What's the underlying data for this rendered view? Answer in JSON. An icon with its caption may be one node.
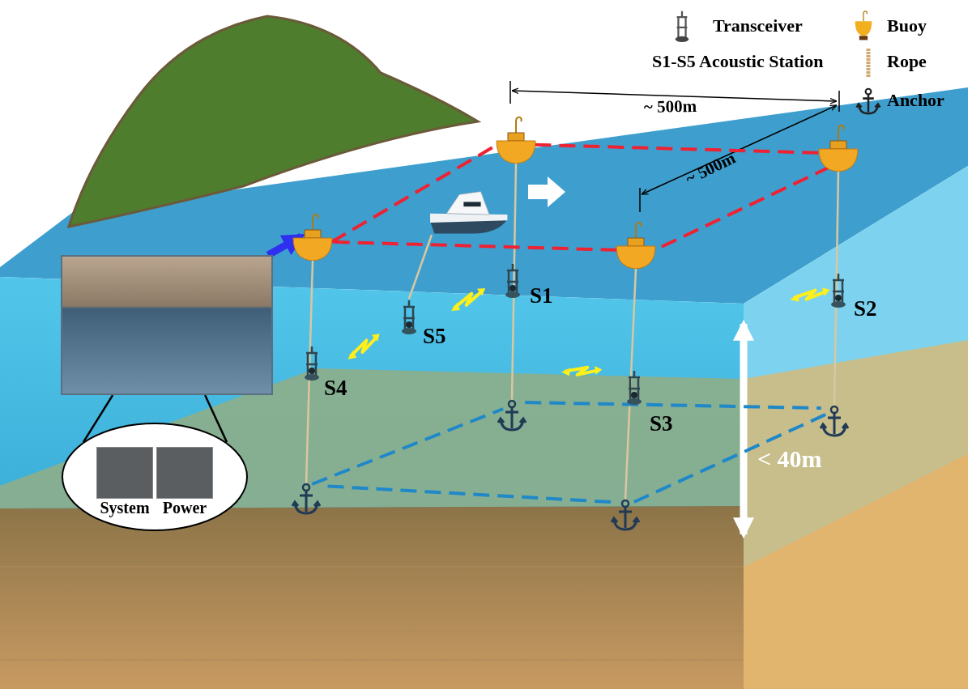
{
  "diagram": {
    "nodes": [
      {
        "text": [],
        "shape": "picture"
      },
      {
        "text": [
          "System",
          "Power"
        ]
      },
      {
        "text": [],
        "shape": "picture"
      },
      {
        "text": [],
        "shape": "picture"
      },
      {
        "text": [],
        "shape": "picture"
      },
      {
        "text": [],
        "shape": "picture"
      },
      {
        "text": [],
        "shape": "picture"
      },
      {
        "text": [],
        "shape": "picture"
      },
      {
        "text": [],
        "shape": "picture"
      },
      {
        "text": [],
        "shape": "picture"
      },
      {
        "text": [],
        "shape": "picture"
      },
      {
        "text": [],
        "shape": "picture"
      }
    ],
    "edges": [
      {
        "from": 0,
        "to": 1,
        "arrow": "none",
        "color": "#000000"
      },
      {
        "from": 0,
        "to": 1,
        "arrow": "none",
        "color": "#000000"
      },
      {
        "from": 0,
        "to": 2,
        "arrow": "to",
        "style": "thick",
        "color": "#2f2ff0"
      },
      {
        "from": 3,
        "to": 8,
        "arrow": "none",
        "color": "#d9c7a0"
      },
      {
        "from": 4,
        "to": 9,
        "arrow": "none",
        "color": "#d9c7a0"
      },
      {
        "from": 2,
        "to": 10,
        "arrow": "none",
        "color": "#d9c7a0"
      },
      {
        "from": 5,
        "to": 11,
        "arrow": "none",
        "color": "#d9c7a0"
      },
      {
        "from": 6,
        "to": 7,
        "arrow": "none",
        "color": "#d9c7a0"
      },
      {
        "from": 2,
        "to": 3,
        "arrow": "none",
        "style": "dashed",
        "color": "#ee2233"
      },
      {
        "from": 3,
        "to": 4,
        "arrow": "none",
        "style": "dashed",
        "color": "#ee2233"
      },
      {
        "from": 4,
        "to": 5,
        "arrow": "none",
        "style": "dashed",
        "color": "#ee2233"
      },
      {
        "from": 5,
        "to": 2,
        "arrow": "none",
        "style": "dashed",
        "color": "#ee2233"
      },
      {
        "from": 8,
        "to": 9,
        "arrow": "none",
        "style": "dashed",
        "color": "#1e88c8"
      },
      {
        "from": 9,
        "to": 11,
        "arrow": "none",
        "style": "dashed",
        "color": "#1e88c8"
      },
      {
        "from": 11,
        "to": 10,
        "arrow": "none",
        "style": "dashed",
        "color": "#1e88c8"
      },
      {
        "from": 10,
        "to": 8,
        "arrow": "none",
        "style": "dashed",
        "color": "#1e88c8"
      }
    ],
    "labels": [
      "~ 500m",
      "~ 500m",
      "S1",
      "S2",
      "S5",
      "S4",
      "S3",
      "< 40m"
    ],
    "legend": [
      {
        "text": "Transceiver"
      },
      {
        "text": "Buoy"
      },
      {
        "text": "S1-S5 Acoustic Station"
      },
      {
        "text": "Rope"
      },
      {
        "text": "Anchor"
      }
    ]
  }
}
